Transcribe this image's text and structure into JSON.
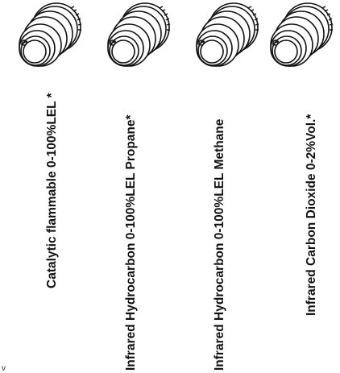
{
  "sensors": [
    {
      "label": "Catalytic flammable 0-100%LEL *"
    },
    {
      "label": "Infrared Hydrocarbon 0-100%LEL Propane*"
    },
    {
      "label": "Infrared Hydrocarbon 0-100%LEL Methane"
    },
    {
      "label": "Infrared Carbon Dioxide 0-2%Vol.*"
    }
  ],
  "corner_mark": "v"
}
